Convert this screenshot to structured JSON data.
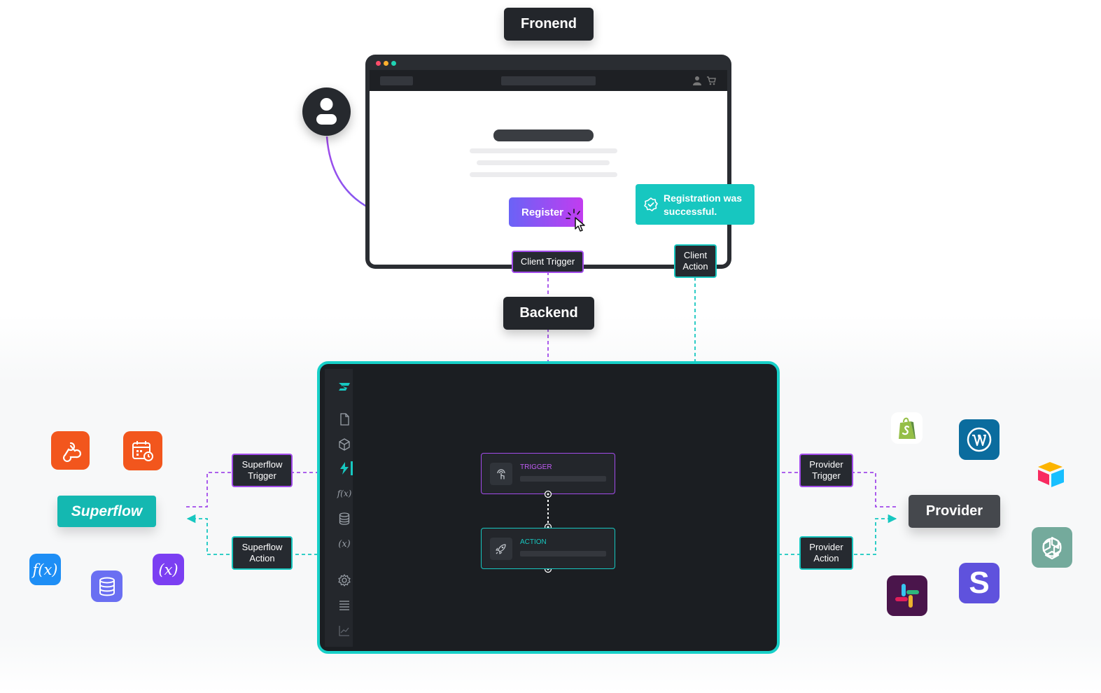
{
  "labels": {
    "frontend": "Fronend",
    "backend": "Backend",
    "register_button": "Register",
    "success_message": "Registration was successful.",
    "client_trigger": "Client Trigger",
    "client_action_line1": "Client",
    "client_action_line2": "Action",
    "superflow_trigger_line1": "Superflow",
    "superflow_trigger_line2": "Trigger",
    "superflow_action_line1": "Superflow",
    "superflow_action_line2": "Action",
    "provider_trigger_line1": "Provider",
    "provider_trigger_line2": "Trigger",
    "provider_action_line1": "Provider",
    "provider_action_line2": "Action",
    "superflow_logo": "Superflow",
    "provider": "Provider",
    "node_trigger": "TRIGGER",
    "node_action": "ACTION",
    "fx_text": "f(x)",
    "var_text": "(x)",
    "stripe_letter": "S"
  },
  "colors": {
    "purple": "#a24bea",
    "teal": "#17c7c0",
    "dark": "#23262b",
    "panel": "#1b1e22",
    "register_gradient_start": "#6a63f6",
    "register_gradient_end": "#c23cf0",
    "success_bg": "#17c7c0",
    "superflow_bg": "#14b8b1"
  },
  "icons": {
    "left_tiles": [
      "webhook-icon",
      "calendar-clock-icon",
      "function-icon",
      "database-icon",
      "variable-icon"
    ],
    "right_tiles": [
      "shopify-icon",
      "wordpress-icon",
      "airtable-icon",
      "openai-icon",
      "slack-icon",
      "stripe-icon"
    ],
    "sidebar": [
      "superflow-logo-icon",
      "document-icon",
      "cube-icon",
      "bolt-icon",
      "function-icon",
      "database-icon",
      "variable-icon",
      "gear-icon",
      "list-icon",
      "chart-icon"
    ]
  }
}
